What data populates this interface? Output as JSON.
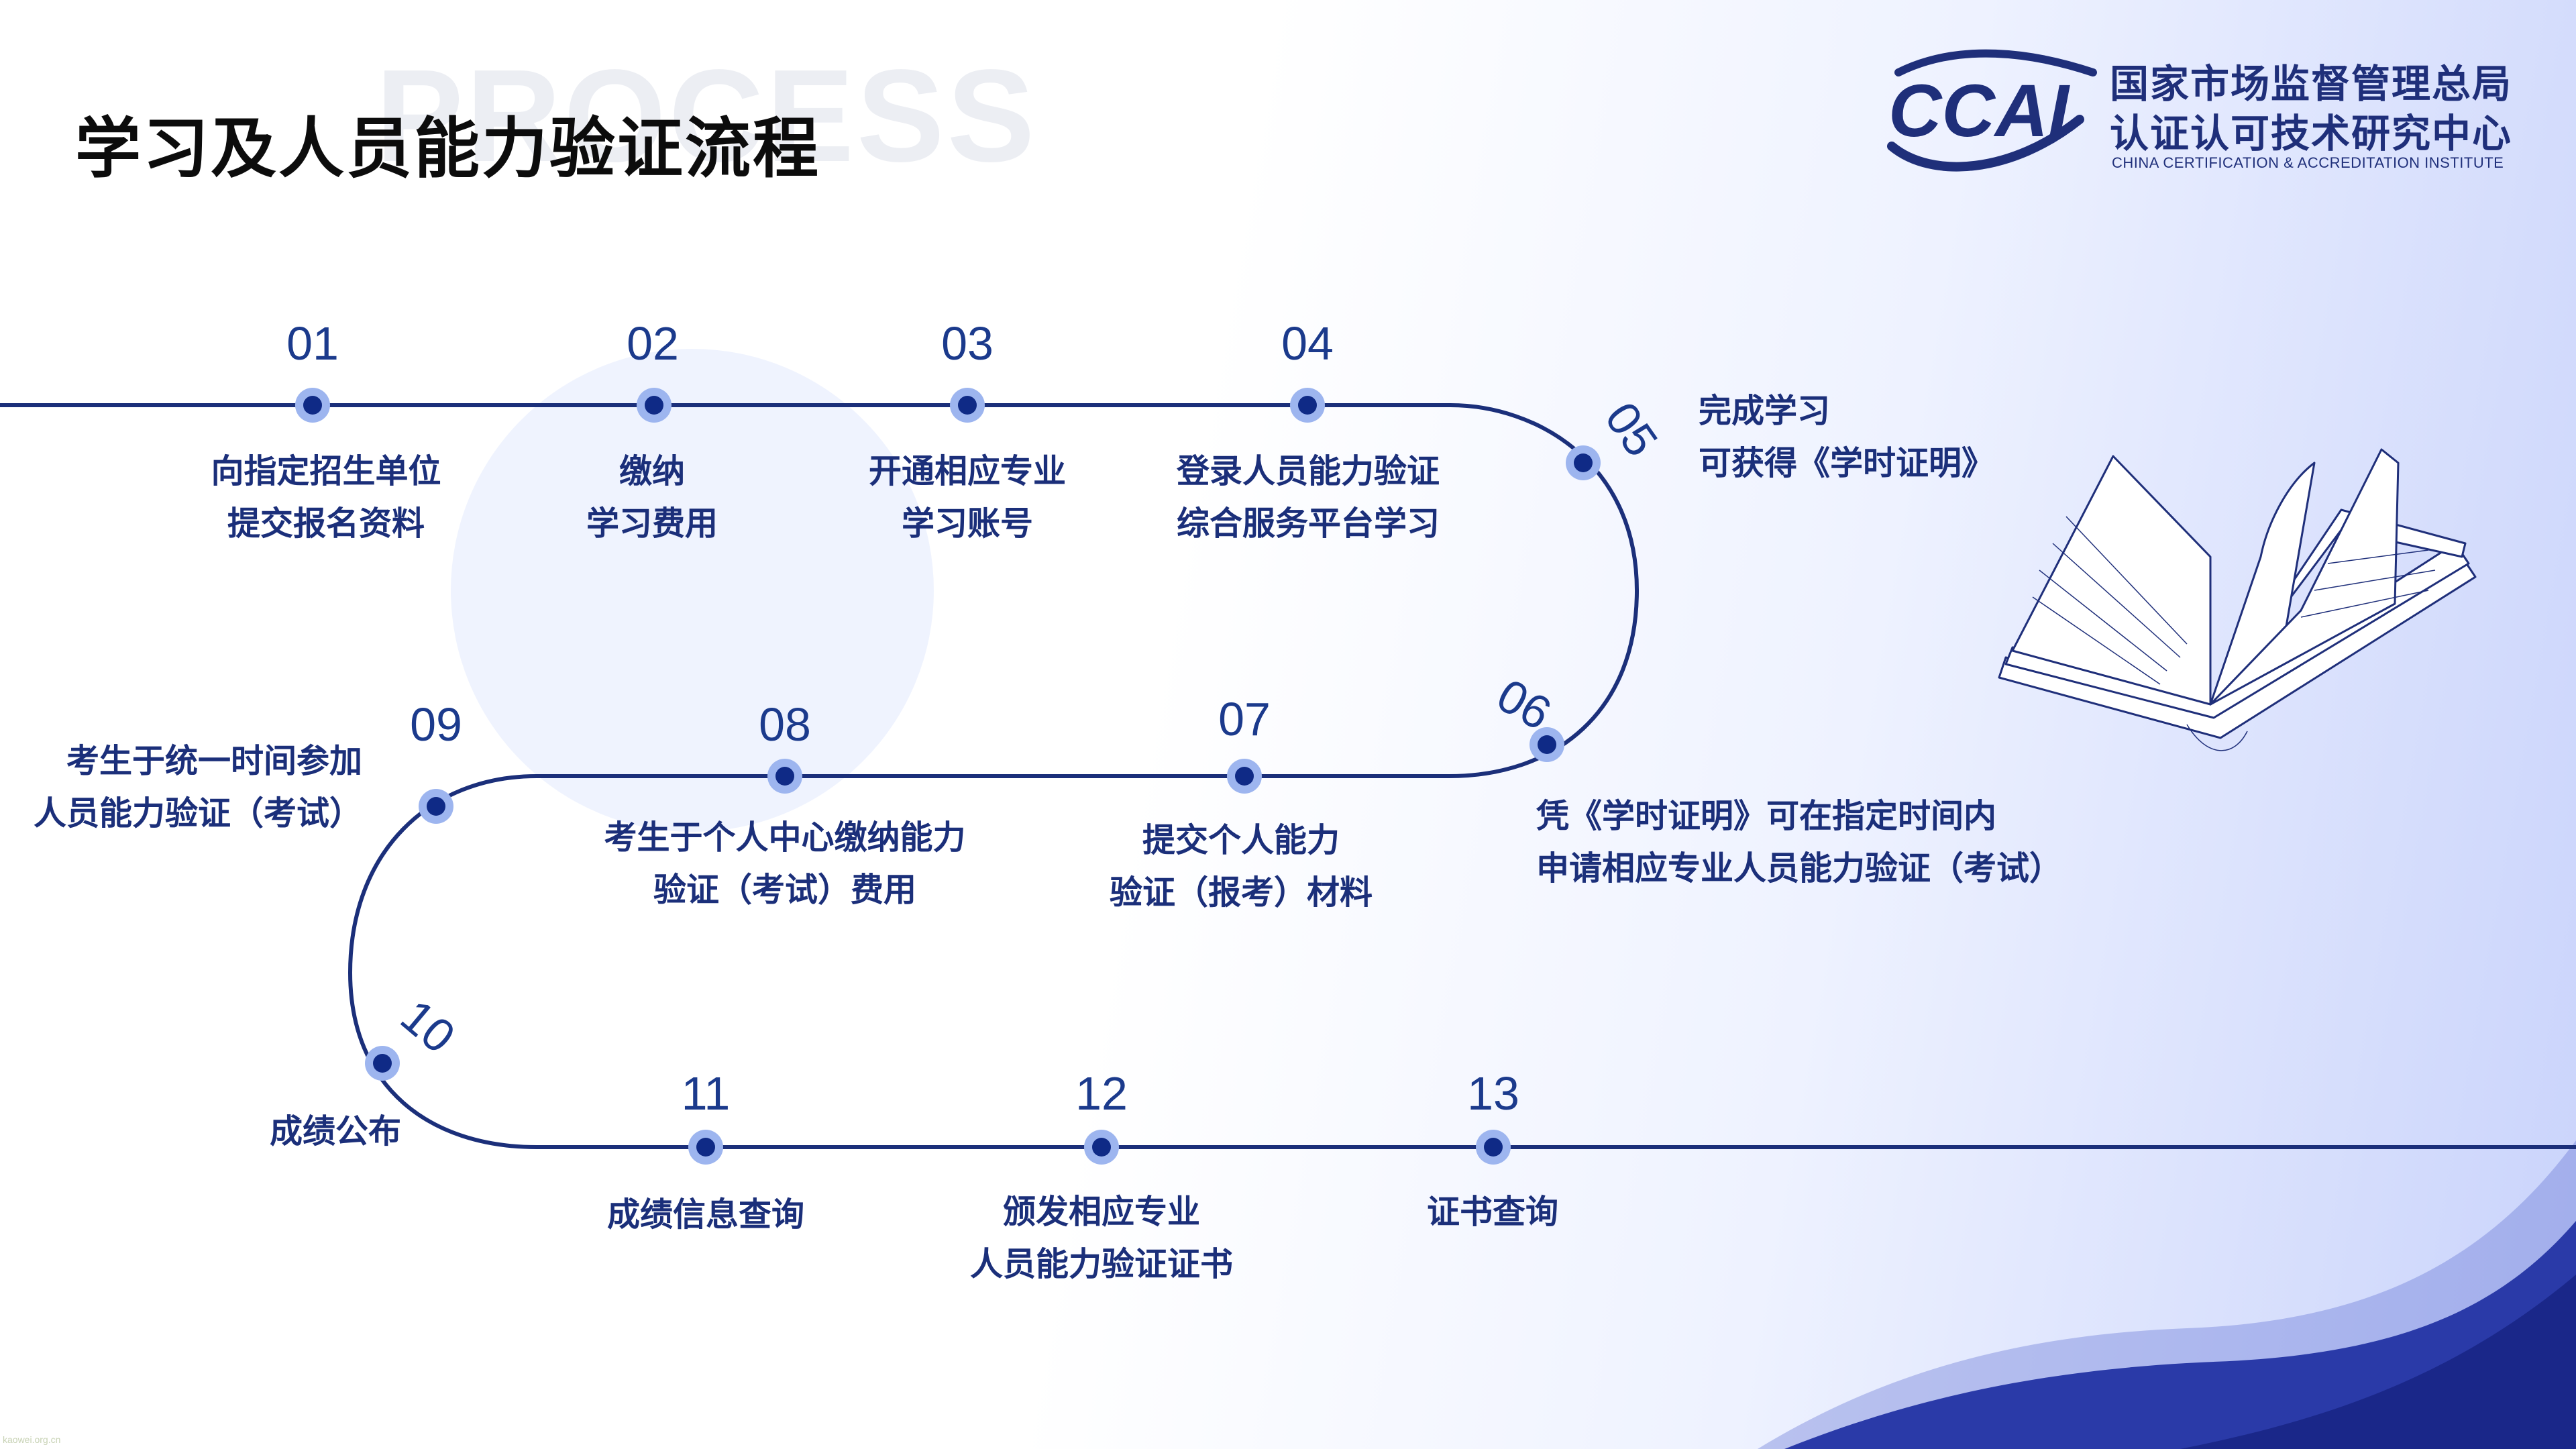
{
  "header": {
    "title": "学习及人员能力验证流程",
    "watermark": "PROCESS"
  },
  "logo": {
    "mark": "CCAI",
    "org_line1": "国家市场监督管理总局",
    "org_line2": "认证认可技术研究中心",
    "org_en": "CHINA CERTIFICATION & ACCREDITATION INSTITUTE"
  },
  "steps": [
    {
      "num": "01",
      "line1": "向指定招生单位",
      "line2": "提交报名资料"
    },
    {
      "num": "02",
      "line1": "缴纳",
      "line2": "学习费用"
    },
    {
      "num": "03",
      "line1": "开通相应专业",
      "line2": "学习账号"
    },
    {
      "num": "04",
      "line1": "登录人员能力验证",
      "line2": "综合服务平台学习"
    },
    {
      "num": "05",
      "line1": "完成学习",
      "line2": "可获得《学时证明》"
    },
    {
      "num": "06",
      "line1": "凭《学时证明》可在指定时间内",
      "line2": "申请相应专业人员能力验证（考试）"
    },
    {
      "num": "07",
      "line1": "提交个人能力",
      "line2": "验证（报考）材料"
    },
    {
      "num": "08",
      "line1": "考生于个人中心缴纳能力",
      "line2": "验证（考试）费用"
    },
    {
      "num": "09",
      "line1": "考生于统一时间参加",
      "line2": "人员能力验证（考试）"
    },
    {
      "num": "10",
      "line1": "成绩公布",
      "line2": ""
    },
    {
      "num": "11",
      "line1": "成绩信息查询",
      "line2": ""
    },
    {
      "num": "12",
      "line1": "颁发相应专业",
      "line2": "人员能力验证证书"
    },
    {
      "num": "13",
      "line1": "证书查询",
      "line2": ""
    }
  ],
  "footer": {
    "mark": "kaowei.org.cn"
  },
  "colors": {
    "path": "#1b2f7a",
    "dot": "#0f2a86",
    "dot_halo": "#9db5ef",
    "wave_dark": "#2a3aa8",
    "wave_light": "#c6cff7"
  },
  "icons": {
    "book": "open-book-icon"
  }
}
